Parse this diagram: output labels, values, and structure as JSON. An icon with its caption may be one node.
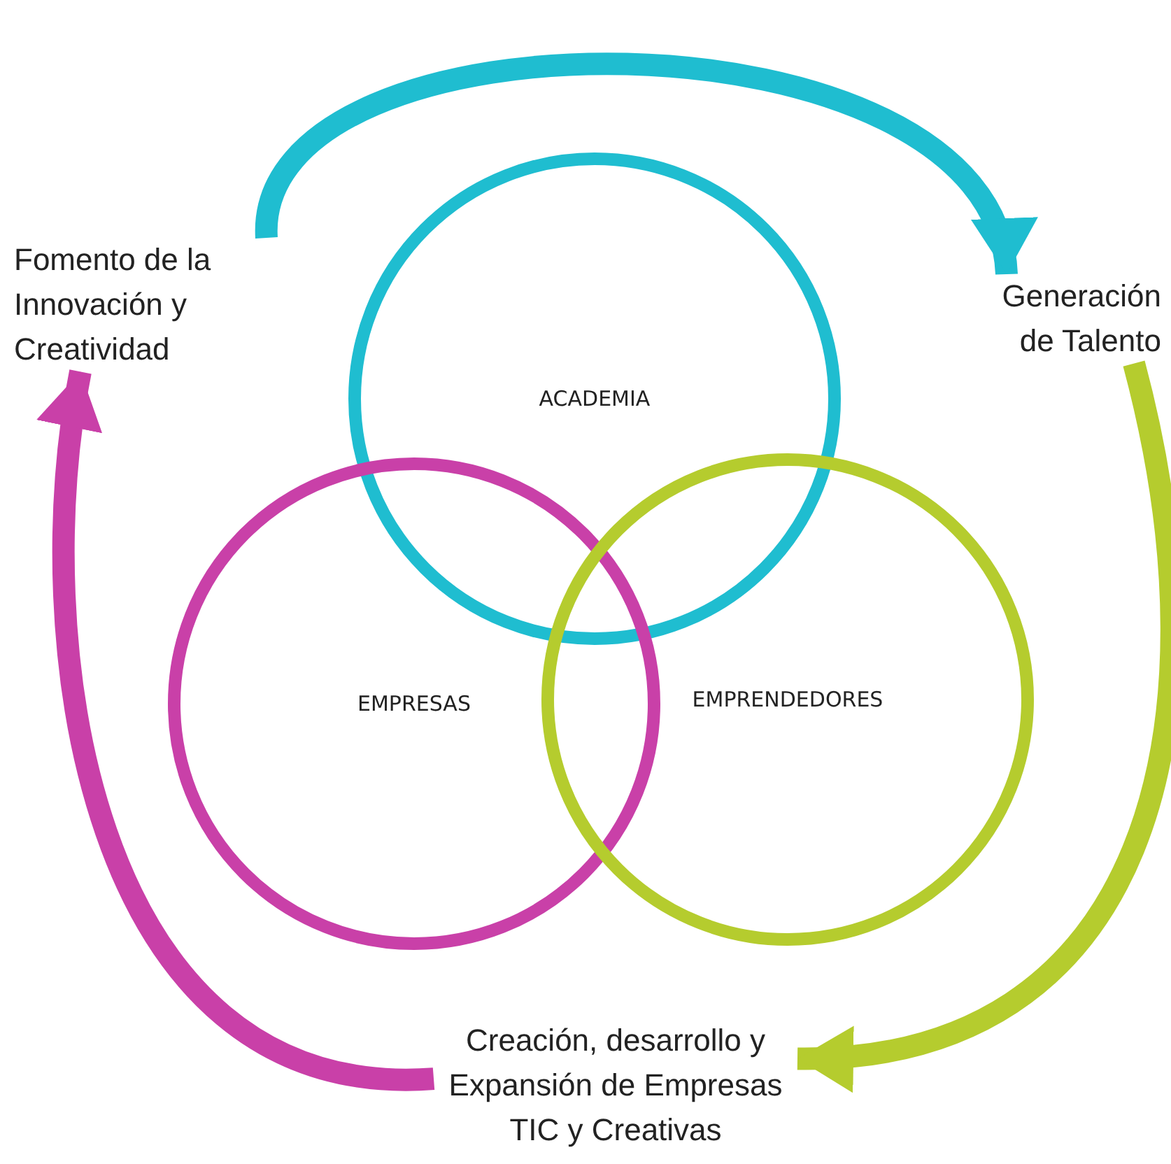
{
  "diagram": {
    "nodes": [
      {
        "text": [
          "ACADEMIA"
        ]
      },
      {
        "text": [
          "EMPRESAS"
        ]
      },
      {
        "text": [
          "EMPRENDEDORES"
        ]
      },
      {
        "text": [
          "Fomento de la Innovación y Creatividad"
        ]
      },
      {
        "text": [
          "Generación de Talento"
        ]
      },
      {
        "text": [
          "Creación, desarrollo y Expansión de Empresas TIC y Creativas"
        ]
      }
    ],
    "edges": [
      {
        "from": 3,
        "to": 4,
        "arrow": "to",
        "color": "#1fbdd0"
      },
      {
        "from": 4,
        "to": 5,
        "arrow": "to",
        "color": "#b5cc2e"
      },
      {
        "from": 5,
        "to": 3,
        "arrow": "to",
        "color": "#c940a8"
      }
    ]
  }
}
